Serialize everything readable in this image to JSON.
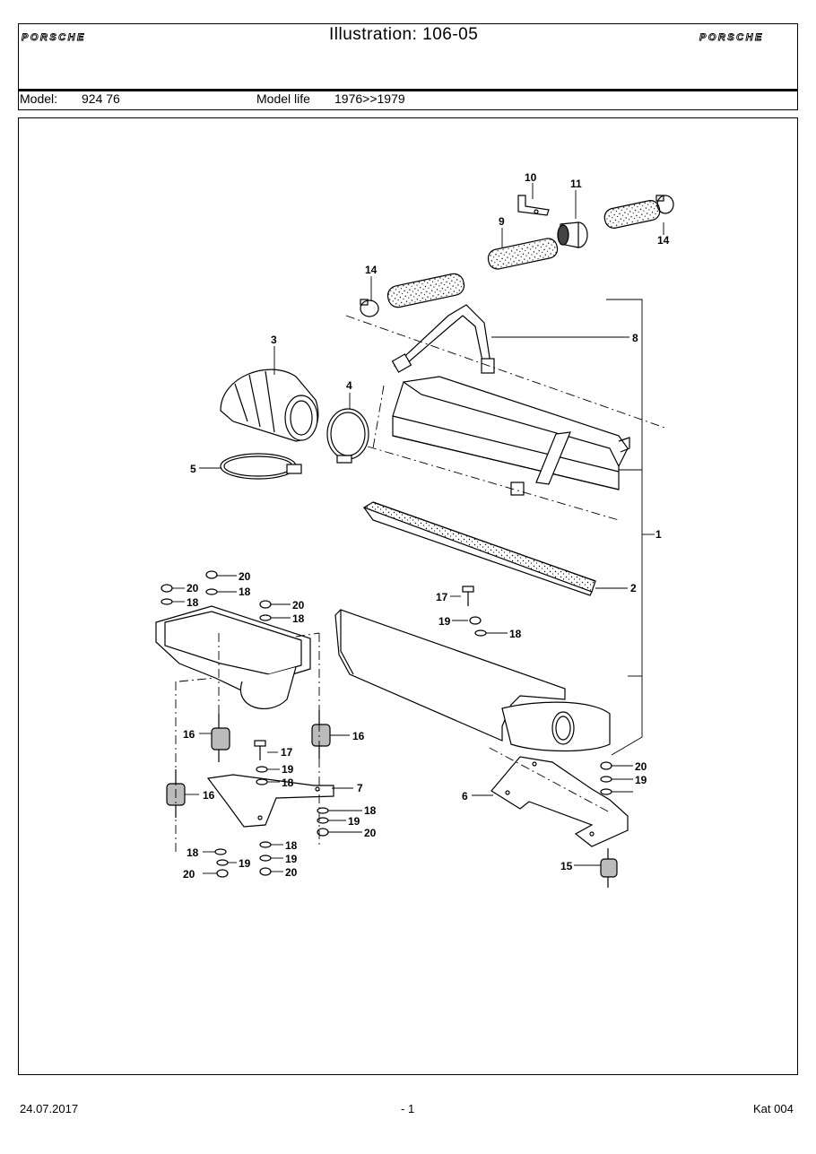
{
  "header": {
    "logo_left": "PORSCHE",
    "logo_right": "PORSCHE",
    "title": "Illustration: 106-05",
    "model_label": "Model:",
    "model_value": "924 76",
    "model_life_label": "Model life",
    "model_life_value": "1976>>1979"
  },
  "callouts": {
    "c1": "1",
    "c2": "2",
    "c3": "3",
    "c4": "4",
    "c5": "5",
    "c6": "6",
    "c7": "7",
    "c8": "8",
    "c9": "9",
    "c10": "10",
    "c11": "11",
    "c14a": "14",
    "c14b": "14",
    "c15": "15",
    "c16a": "16",
    "c16b": "16",
    "c16c": "16",
    "c17a": "17",
    "c17b": "17",
    "c18a": "18",
    "c18b": "18",
    "c18c": "18",
    "c18d": "18",
    "c18e": "18",
    "c18f": "18",
    "c18g": "18",
    "c18h": "18",
    "c19a": "19",
    "c19b": "19",
    "c19c": "19",
    "c19d": "19",
    "c19e": "19",
    "c19f": "19",
    "c20a": "20",
    "c20b": "20",
    "c20c": "20",
    "c20d": "20",
    "c20e": "20",
    "c20f": "20",
    "c20g": "20"
  },
  "footer": {
    "date": "24.07.2017",
    "page": "- 1",
    "catalog": "Kat 004"
  }
}
